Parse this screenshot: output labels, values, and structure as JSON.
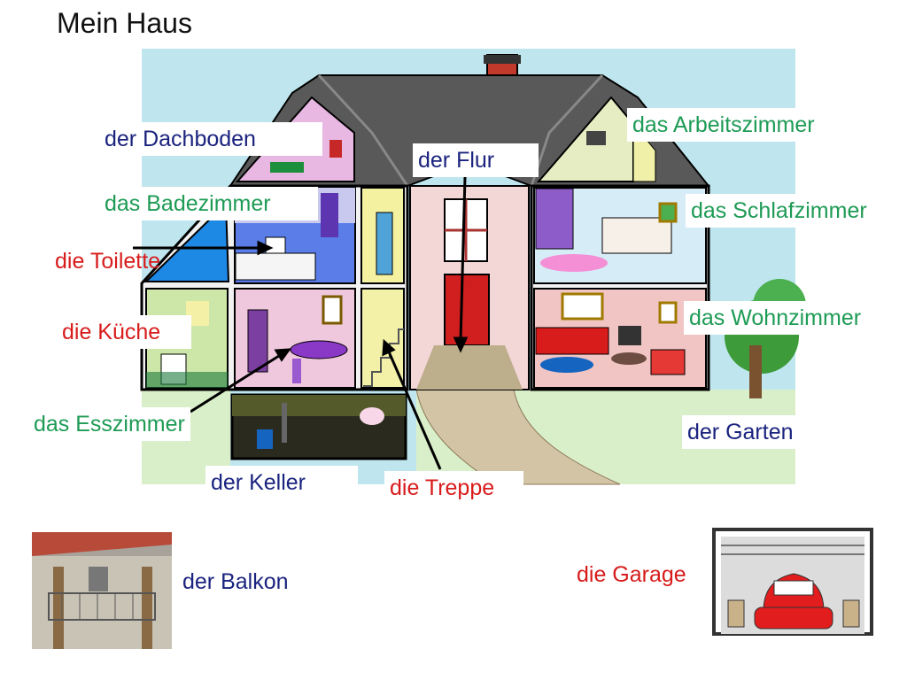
{
  "title": "Mein Haus",
  "labels": {
    "dachboden": "der Dachboden",
    "flur": "der Flur",
    "arbeitszimmer": "das Arbeitszimmer",
    "badezimmer": "das Badezimmer",
    "schlafzimmer": "das Schlafzimmer",
    "toilette": "die Toilette",
    "kueche": "die Küche",
    "wohnzimmer": "das Wohnzimmer",
    "esszimmer": "das Esszimmer",
    "garten": "der Garten",
    "keller": "der Keller",
    "treppe": "die Treppe",
    "balkon": "der Balkon",
    "garage": "die Garage"
  },
  "colors": {
    "blue_label": "#1a237e",
    "green_label": "#1e9b55",
    "red_label": "#d81b1b",
    "sky": "#bfe6ee",
    "grass": "#d9efc9",
    "roof": "#555555",
    "chimney": "#c0392b"
  }
}
